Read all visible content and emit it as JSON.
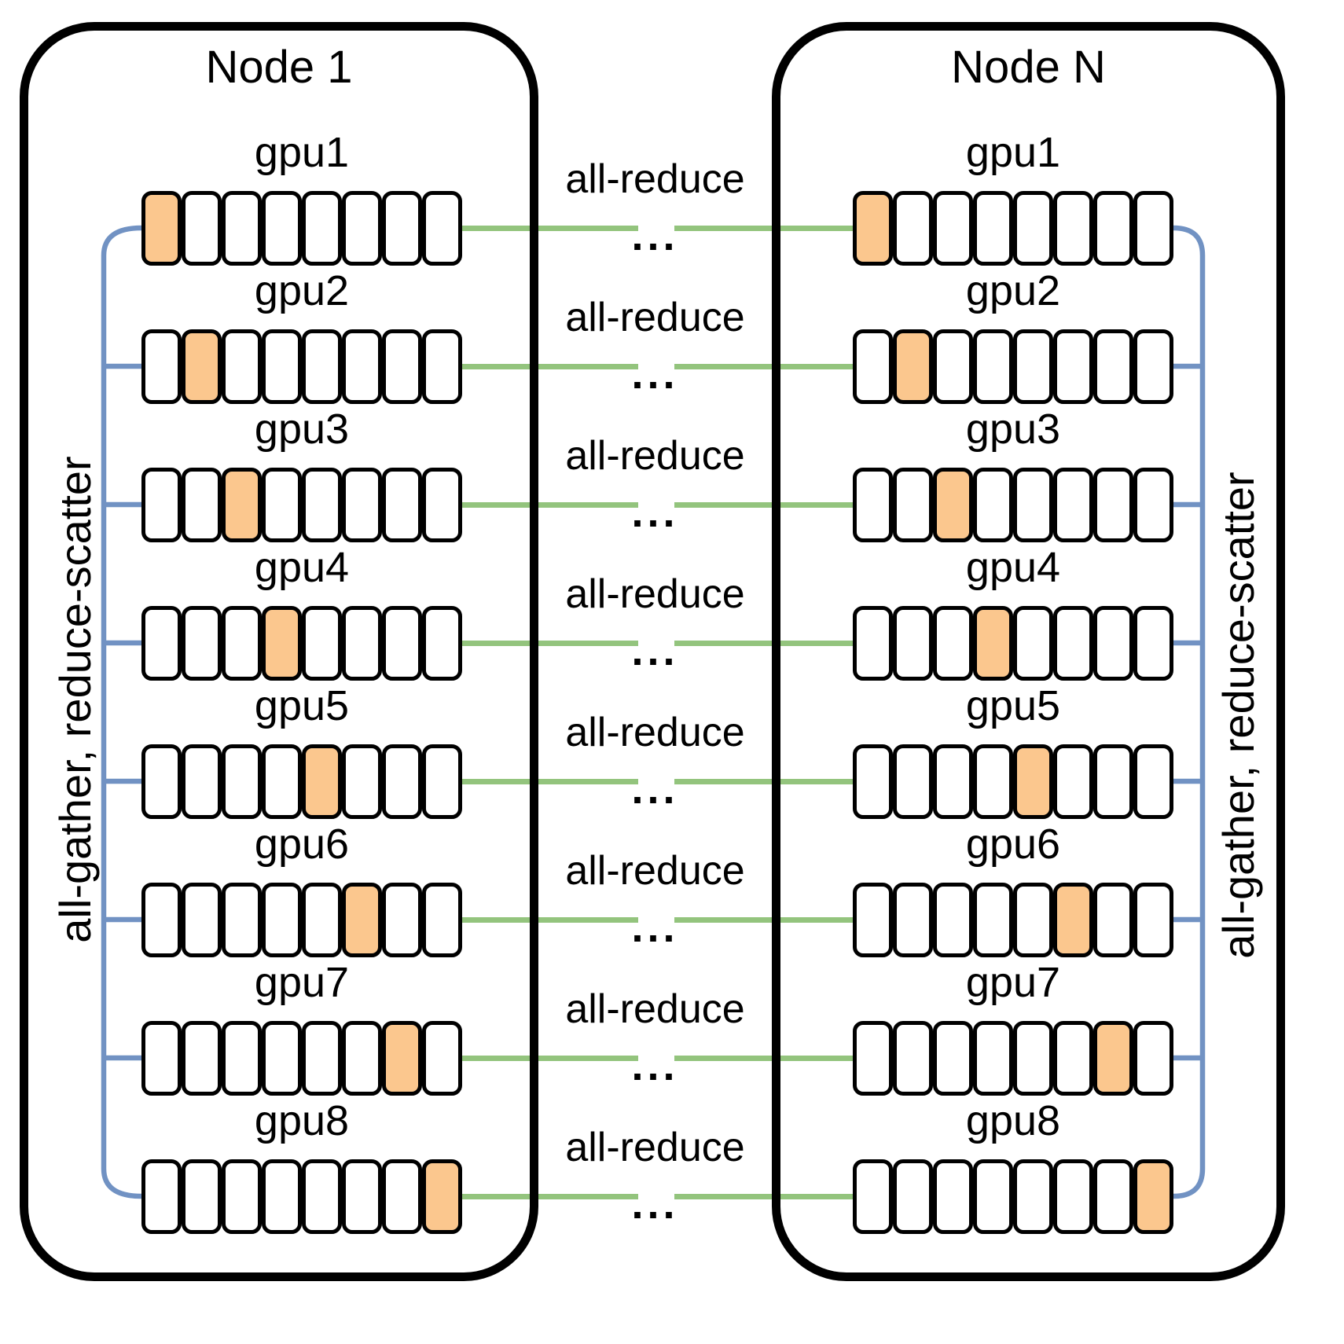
{
  "nodes": [
    {
      "title": "Node 1",
      "gpus": [
        {
          "label": "gpu1",
          "highlight_cell": 1
        },
        {
          "label": "gpu2",
          "highlight_cell": 2
        },
        {
          "label": "gpu3",
          "highlight_cell": 3
        },
        {
          "label": "gpu4",
          "highlight_cell": 4
        },
        {
          "label": "gpu5",
          "highlight_cell": 5
        },
        {
          "label": "gpu6",
          "highlight_cell": 6
        },
        {
          "label": "gpu7",
          "highlight_cell": 7
        },
        {
          "label": "gpu8",
          "highlight_cell": 8
        }
      ]
    },
    {
      "title": "Node N",
      "gpus": [
        {
          "label": "gpu1",
          "highlight_cell": 1
        },
        {
          "label": "gpu2",
          "highlight_cell": 2
        },
        {
          "label": "gpu3",
          "highlight_cell": 3
        },
        {
          "label": "gpu4",
          "highlight_cell": 4
        },
        {
          "label": "gpu5",
          "highlight_cell": 5
        },
        {
          "label": "gpu6",
          "highlight_cell": 6
        },
        {
          "label": "gpu7",
          "highlight_cell": 7
        },
        {
          "label": "gpu8",
          "highlight_cell": 8
        }
      ]
    }
  ],
  "cells_per_gpu": 8,
  "inter_node_links": {
    "label": "all-reduce",
    "ellipsis": "...",
    "count": 8
  },
  "intra_node_labels": {
    "left": "all-gather, reduce-scatter",
    "right": "all-gather, reduce-scatter"
  },
  "colors": {
    "highlight_fill": "#FBC78E",
    "all_reduce_line": "#93C47D",
    "bracket_line": "#7192C3",
    "outline": "#000000",
    "background": "#FFFFFF"
  }
}
